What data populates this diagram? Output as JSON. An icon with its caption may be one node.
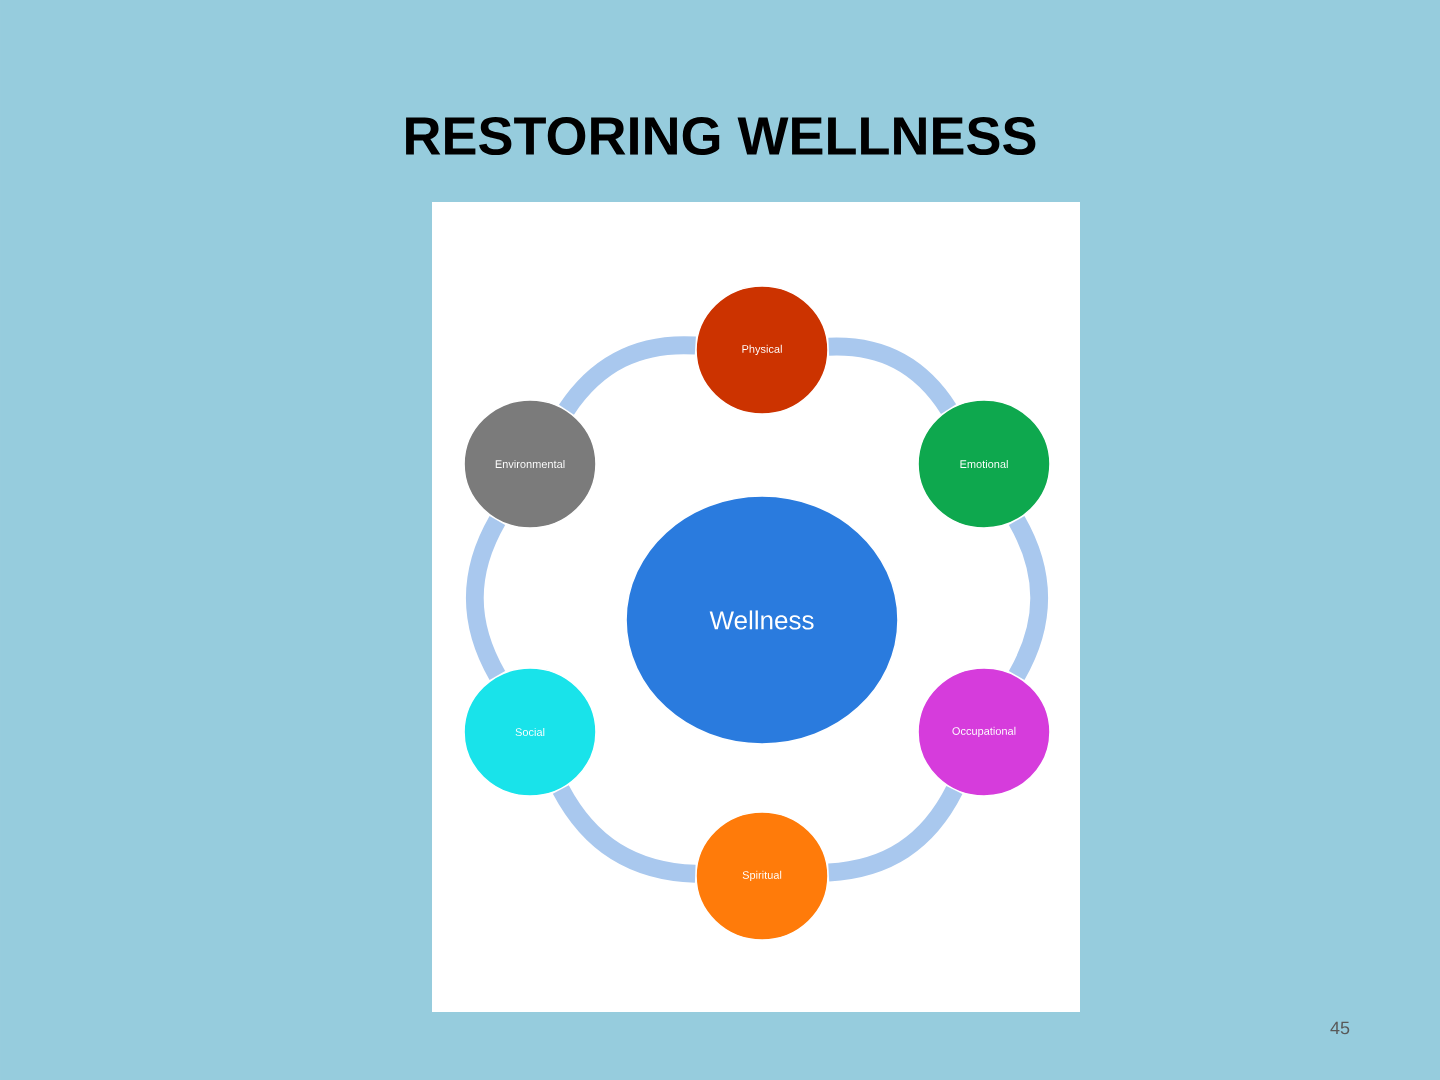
{
  "diagram": {
    "title": "RESTORING WELLNESS",
    "nodes": [
      {
        "text": [
          "Wellness"
        ]
      },
      {
        "text": [
          "Physical"
        ]
      },
      {
        "text": [
          "Emotional"
        ]
      },
      {
        "text": [
          "Occupational"
        ]
      },
      {
        "text": [
          "Spiritual"
        ]
      },
      {
        "text": [
          "Social"
        ]
      },
      {
        "text": [
          "Environmental"
        ]
      }
    ],
    "edges": [
      {
        "from": 1,
        "to": 2,
        "arrow": "none"
      },
      {
        "from": 2,
        "to": 3,
        "arrow": "none"
      },
      {
        "from": 3,
        "to": 4,
        "arrow": "none"
      },
      {
        "from": 4,
        "to": 5,
        "arrow": "none"
      },
      {
        "from": 5,
        "to": 6,
        "arrow": "none"
      },
      {
        "from": 6,
        "to": 1,
        "arrow": "none"
      }
    ],
    "labels": [
      "45"
    ]
  }
}
